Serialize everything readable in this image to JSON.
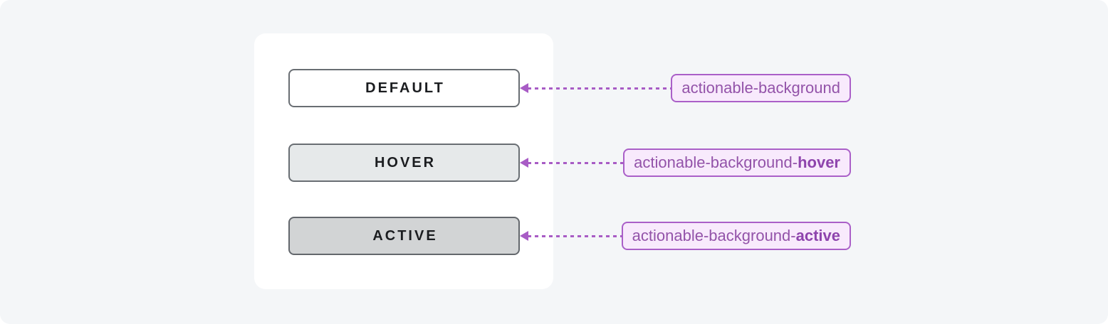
{
  "canvas": {
    "background": "#f4f6f8",
    "card_background": "#ffffff"
  },
  "accent": {
    "pill_background": "#f8eafc",
    "pill_border": "#aa5fc8",
    "pill_text": "#9353a9",
    "arrow_color": "#a85cc5",
    "button_border": "#696e73",
    "button_text": "#1b1d20"
  },
  "rows": [
    {
      "state": "default",
      "button_label": "DEFAULT",
      "button_background": "#ffffff",
      "token_base": "actionable-background",
      "token_suffix": ""
    },
    {
      "state": "hover",
      "button_label": "HOVER",
      "button_background": "#e6e9ea",
      "token_base": "actionable-background-",
      "token_suffix": "hover"
    },
    {
      "state": "active",
      "button_label": "ACTIVE",
      "button_background": "#d2d4d5",
      "token_base": "actionable-background-",
      "token_suffix": "active"
    }
  ]
}
